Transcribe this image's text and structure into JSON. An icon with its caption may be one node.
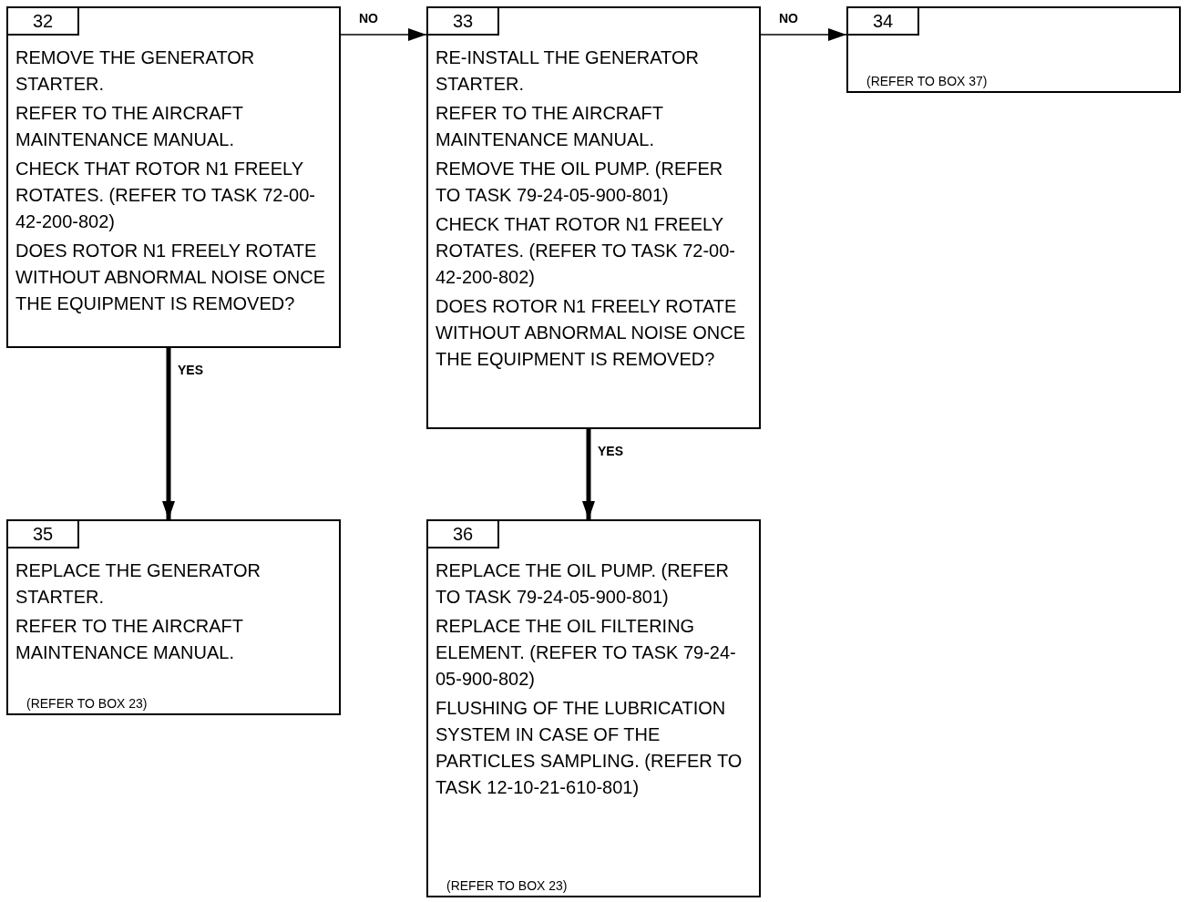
{
  "diagram": {
    "nodes": [
      {
        "text": [
          "32",
          "REMOVE THE GENERATOR STARTER.",
          "REFER TO THE AIRCRAFT MAINTENANCE MANUAL.",
          "CHECK THAT ROTOR N1 FREELY ROTATES. (REFER TO TASK 72-00-42-200-802)",
          "DOES ROTOR N1 FREELY ROTATE WITHOUT ABNORMAL NOISE ONCE THE EQUIPMENT IS REMOVED?"
        ]
      },
      {
        "text": [
          "33",
          "RE-INSTALL THE GENERATOR STARTER.",
          "REFER TO THE AIRCRAFT MAINTENANCE MANUAL.",
          "REMOVE THE OIL PUMP. (REFER TO TASK 79-24-05-900-801)",
          "CHECK THAT ROTOR N1 FREELY ROTATES. (REFER TO TASK 72-00-42-200-802)",
          "DOES ROTOR N1 FREELY ROTATE WITHOUT ABNORMAL NOISE ONCE THE EQUIPMENT IS REMOVED?"
        ]
      },
      {
        "text": [
          "34",
          "(REFER TO BOX 37)"
        ]
      },
      {
        "text": [
          "35",
          "REPLACE THE GENERATOR STARTER.",
          "REFER TO THE AIRCRAFT MAINTENANCE MANUAL.",
          "(REFER TO BOX 23)"
        ]
      },
      {
        "text": [
          "36",
          "REPLACE THE OIL PUMP. (REFER TO TASK 79-24-05-900-801)",
          "REPLACE THE OIL FILTERING ELEMENT. (REFER TO TASK 79-24-05-900-802)",
          "FLUSHING OF THE LUBRICATION SYSTEM IN CASE OF THE PARTICLES SAMPLING. (REFER TO TASK 12-10-21-610-801)",
          "(REFER TO BOX 23)"
        ]
      }
    ],
    "edges": [
      {
        "from": 0,
        "to": 1,
        "arrow": "to",
        "label": "NO"
      },
      {
        "from": 1,
        "to": 2,
        "arrow": "to",
        "label": "NO"
      },
      {
        "from": 0,
        "to": 3,
        "arrow": "to",
        "label": "YES",
        "style": "thick"
      },
      {
        "from": 1,
        "to": 4,
        "arrow": "to",
        "label": "YES",
        "style": "thick"
      }
    ]
  }
}
